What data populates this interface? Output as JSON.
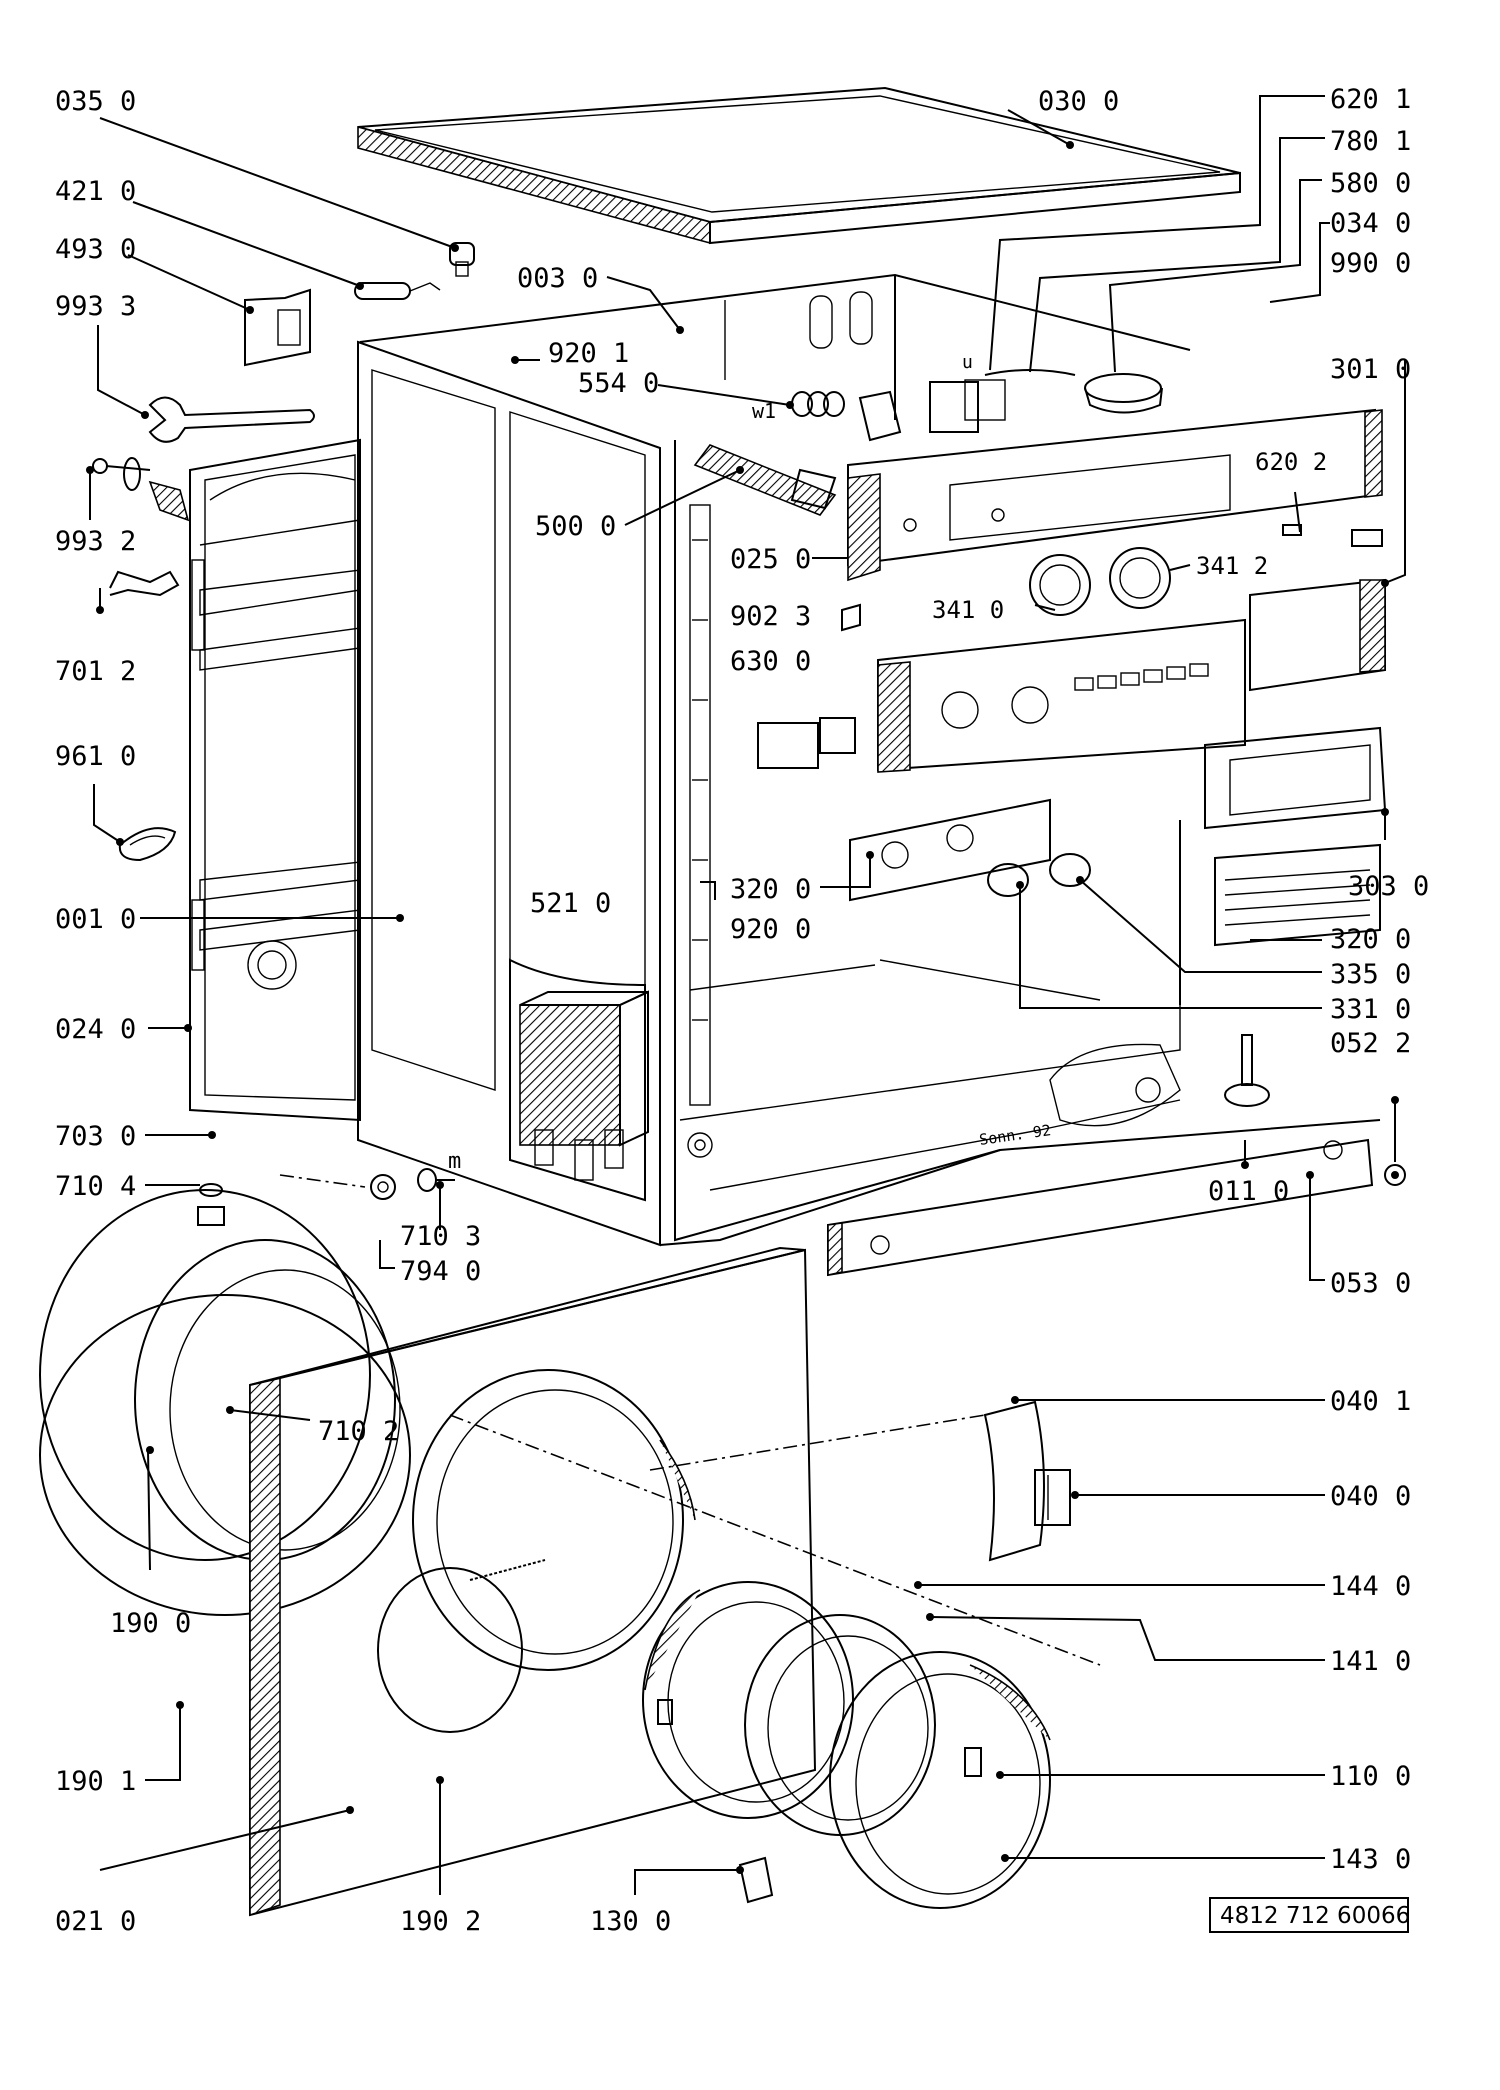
{
  "labels": {
    "l0350": "035 0",
    "l0300": "030 0",
    "l6201": "620 1",
    "l7801": "780 1",
    "l5800": "580 0",
    "l0340": "034 0",
    "l9900": "990 0",
    "l3010": "301 0",
    "l4210": "421 0",
    "l4930": "493 0",
    "l0030": "003 0",
    "l9933": "993 3",
    "l9201": "920 1",
    "l5540": "554 0",
    "l9932": "993 2",
    "l5000": "500 0",
    "l0250": "025 0",
    "l6202": "620 2",
    "l3412": "341 2",
    "l3410": "341 0",
    "l7012": "701 2",
    "l9023": "902 3",
    "l6300": "630 0",
    "l9610": "961 0",
    "l3030": "303 0",
    "l3200a": "320 0",
    "l3200b": "320 0",
    "l0010": "001 0",
    "l5210": "521 0",
    "l9200": "920 0",
    "l3350": "335 0",
    "l3310": "331 0",
    "l0240": "024 0",
    "l0522": "052 2",
    "l7030": "703 0",
    "l7104": "710 4",
    "l0110": "011 0",
    "l7103": "710 3",
    "l7940": "794 0",
    "l0530": "053 0",
    "l7102": "710 2",
    "l0401": "040 1",
    "l0400": "040 0",
    "l1900": "190 0",
    "l1440": "144 0",
    "l1410": "141 0",
    "l1901": "190 1",
    "l1100": "110 0",
    "l1430": "143 0",
    "l0210": "021 0",
    "l1902": "190 2",
    "l1300": "130 0"
  },
  "markings": {
    "w1": "w1",
    "u": "u",
    "m": "m",
    "sonn": "Sonn. 92"
  },
  "drawing_code": "4812 712 60066"
}
